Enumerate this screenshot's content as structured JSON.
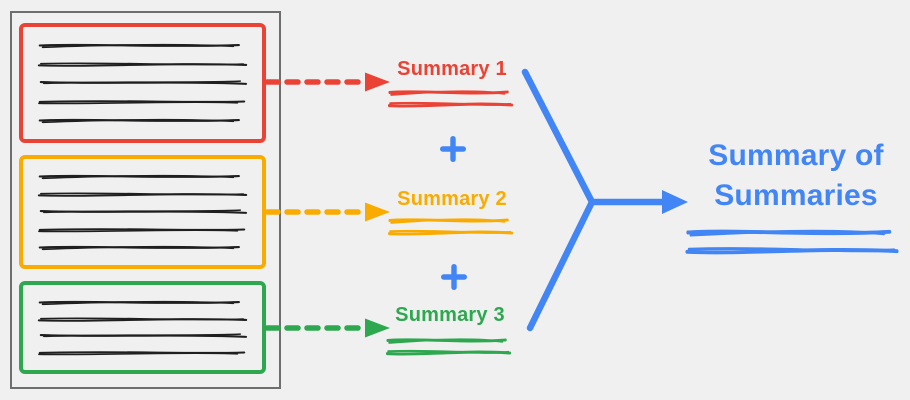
{
  "colors": {
    "red": "#EA4335",
    "orange": "#F9AB00",
    "green": "#2EA84F",
    "blue": "#4285F4",
    "ink": "#1F1F1F",
    "doc-border": "#6E6E6E",
    "background": "#F0F0F0"
  },
  "document": {
    "chunks": [
      {
        "name": "chunk-1",
        "color": "red",
        "text_lines": 5
      },
      {
        "name": "chunk-2",
        "color": "orange",
        "text_lines": 5
      },
      {
        "name": "chunk-3",
        "color": "green",
        "text_lines": 4
      }
    ]
  },
  "summaries": [
    {
      "label": "Summary 1",
      "color": "red",
      "scribble_lines": 2
    },
    {
      "label": "Summary 2",
      "color": "orange",
      "scribble_lines": 2
    },
    {
      "label": "Summary 3",
      "color": "green",
      "scribble_lines": 2
    }
  ],
  "operators": {
    "plus": "+"
  },
  "output": {
    "label": "Summary of Summaries",
    "color": "blue",
    "scribble_lines": 2
  },
  "icons": {
    "dashed_arrow": "dashed-arrow-right-icon",
    "merge": "merge-arrow-right-icon",
    "plus": "plus-icon"
  }
}
